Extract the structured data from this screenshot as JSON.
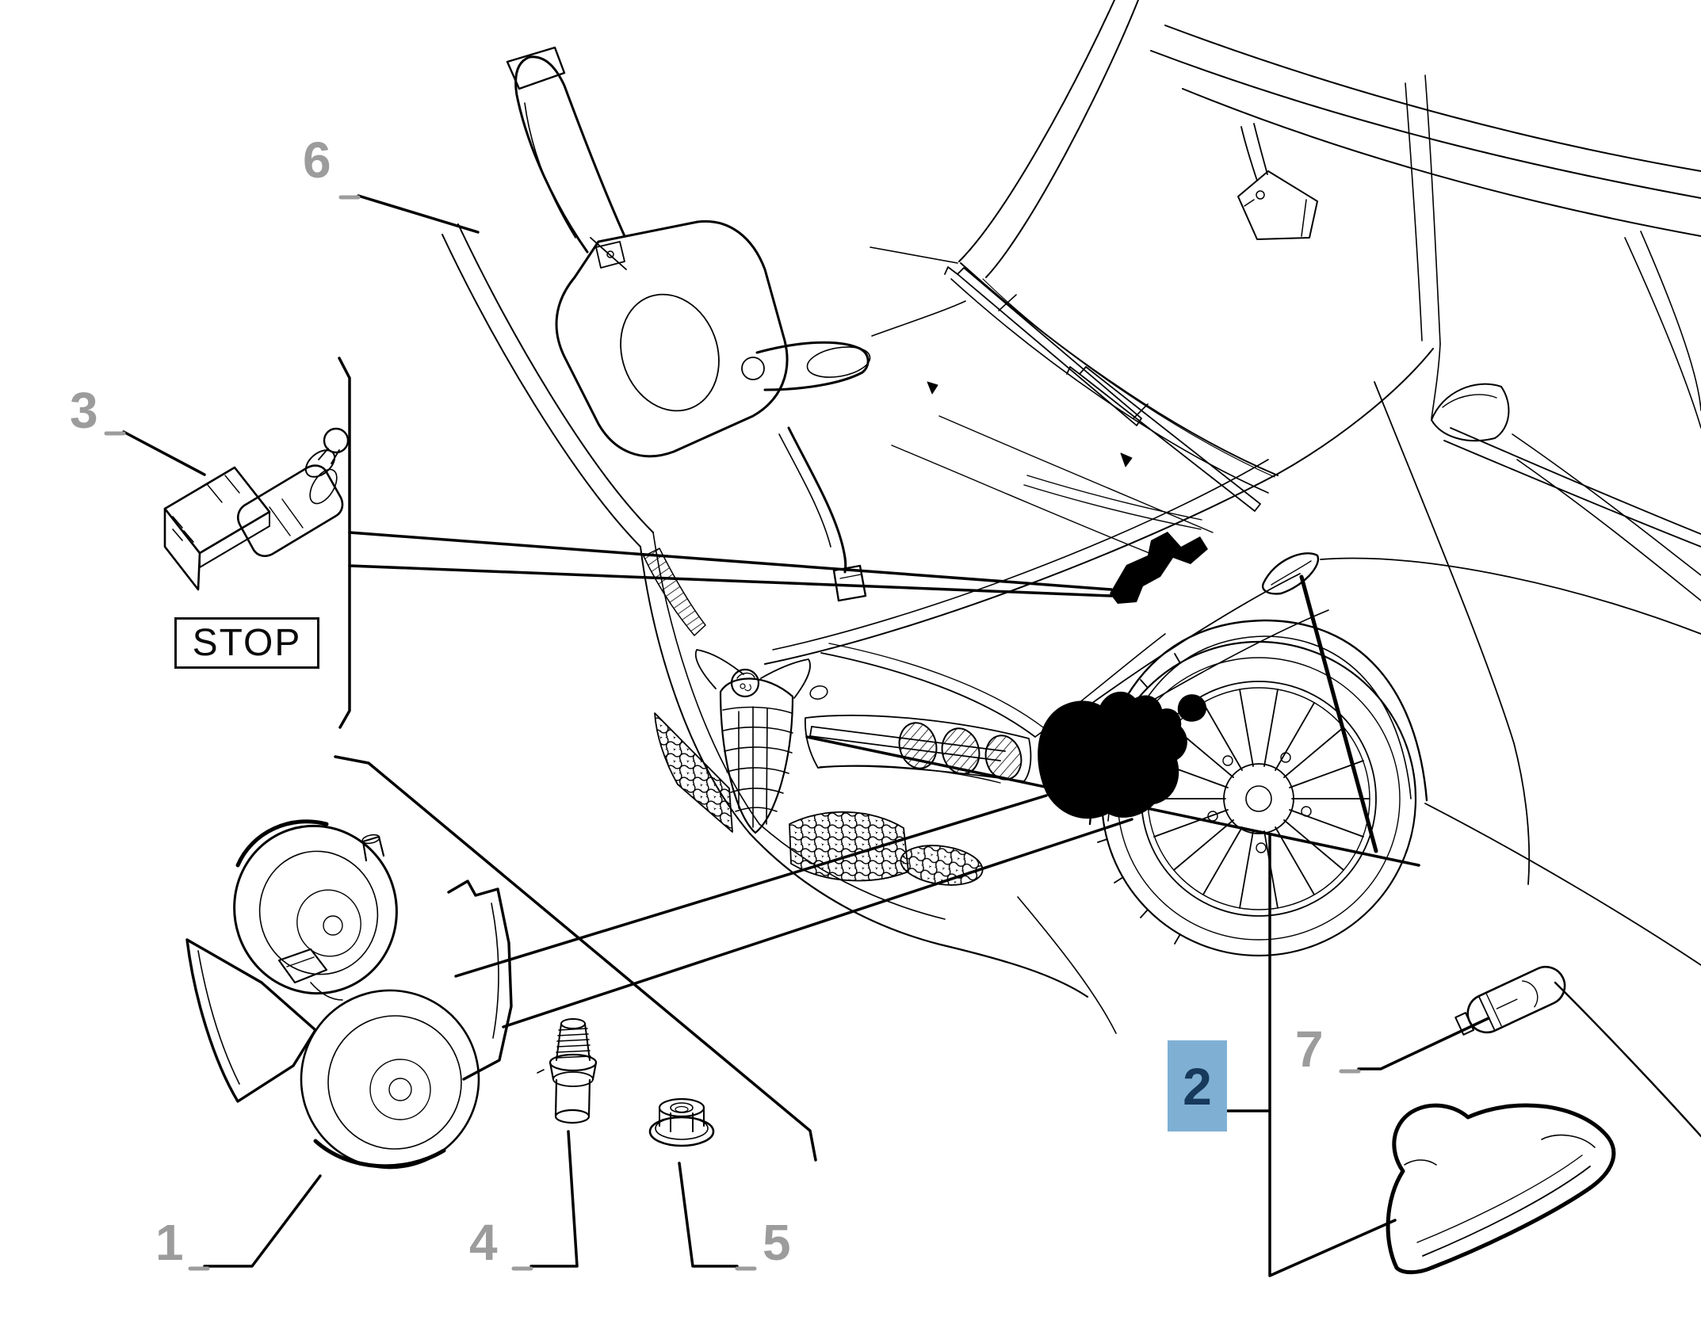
{
  "diagram": {
    "type": "vehicle-parts-exploded-diagram",
    "vehicle": "sedan front three-quarter line drawing",
    "stop_label": "STOP",
    "highlighted_callout": "2",
    "callouts": {
      "c1": "1",
      "c2": "2",
      "c3": "3",
      "c4": "4",
      "c5": "5",
      "c6": "6",
      "c7": "7"
    },
    "colors": {
      "background": "#ffffff",
      "line": "#000000",
      "callout_gray": "#9c9c9c",
      "highlight_bg": "#7fb0d4",
      "highlight_text": "#17395c",
      "stop_text": "#0a0a0a"
    }
  }
}
